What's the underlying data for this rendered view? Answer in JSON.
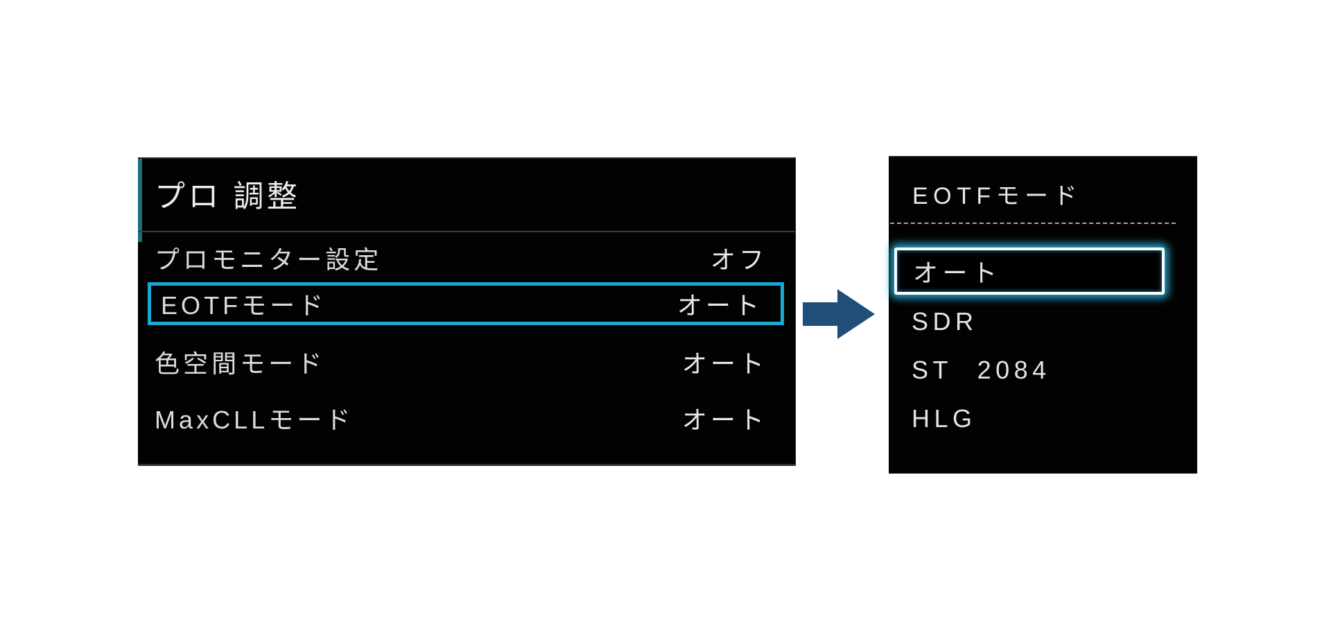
{
  "left_panel": {
    "title": "プロ 調整",
    "items": [
      {
        "label": "プロモニター設定",
        "value": "オフ",
        "selected": false
      },
      {
        "label": "EOTFモード",
        "value": "オート",
        "selected": true
      },
      {
        "label": "色空間モード",
        "value": "オート",
        "selected": false
      },
      {
        "label": "MaxCLLモード",
        "value": "オート",
        "selected": false
      }
    ]
  },
  "arrow": {
    "icon": "right-arrow",
    "color": "#1f4e79"
  },
  "right_panel": {
    "title": "EOTFモード",
    "options": [
      {
        "label": "オート",
        "selected": true
      },
      {
        "label": "SDR",
        "selected": false
      },
      {
        "label": "ST 2084",
        "selected": false
      },
      {
        "label": "HLG",
        "selected": false
      }
    ]
  },
  "colors": {
    "panel_background": "#000000",
    "highlight_border_cyan": "#18a8d2",
    "selection_glow_cyan": "#29b2df",
    "selection_border_white": "#ffffff",
    "title_accent_teal": "#1d6c7c",
    "arrow_blue": "#1f4e79",
    "text": "#e2e2e2"
  }
}
